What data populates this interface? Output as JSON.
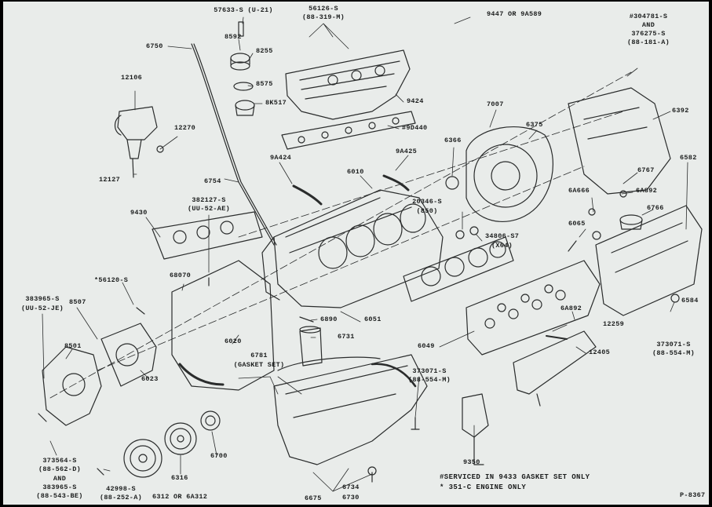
{
  "labels": {
    "l_57633": "57633-S (U-21)",
    "l_56126": "56126-S",
    "l_56126b": "(88-319-M)",
    "l_9447": "9447 OR 9A589",
    "l_304781": "#304781-S",
    "l_and1": "AND",
    "l_376275": "376275-S",
    "l_88181": "(88-181-A)",
    "l_6750": "6750",
    "l_8592": "8592",
    "l_8255": "8255",
    "l_8575": "8575",
    "l_8k517": "8K517",
    "l_12106": "12106",
    "l_12270": "12270",
    "l_12127": "12127",
    "l_9424": "9424",
    "l_9d440": "#9D440",
    "l_7007": "7007",
    "l_6375": "6375",
    "l_6392": "6392",
    "l_6366": "6366",
    "l_9a425": "9A425",
    "l_9a424": "9A424",
    "l_6010": "6010",
    "l_6754": "6754",
    "l_382127": "382127-S",
    "l_uu52": "(UU-52-AE)",
    "l_9430": "9430",
    "l_20346": "20346-S",
    "l_850": "(850)",
    "l_34806": "34806-S7",
    "l_x64": "(X64)",
    "l_6767": "6767",
    "l_6a892a": "6A892",
    "l_6a666": "6A666",
    "l_6766": "6766",
    "l_6582": "6582",
    "l_6065": "6065",
    "l_56120": "*56120-S",
    "l_68070": "68070",
    "l_383965": "383965-S",
    "l_uu52je": "(UU-52-JE)",
    "l_8507": "8507",
    "l_8501": "8501",
    "l_6890": "6890",
    "l_6051": "6051",
    "l_6049": "6049",
    "l_6a892b": "6A892",
    "l_12259": "12259",
    "l_12405": "12405",
    "l_6584": "6584",
    "l_373071a": "373071-S",
    "l_88554a": "(88-554-M)",
    "l_6020": "6020",
    "l_6731": "6731",
    "l_6781": "6781",
    "l_gasket": "(GASKET SET)",
    "l_6023": "6023",
    "l_373071b": "373071-S",
    "l_88554b": "(88-554-M)",
    "l_373564": "373564-S",
    "l_88562": "(88-562-D)",
    "l_and2": "AND",
    "l_383965b": "383965-S",
    "l_88543": "(88-543-BE)",
    "l_6700": "6700",
    "l_6316": "6316",
    "l_42998": "42998-S",
    "l_88252": "(88-252-A)",
    "l_6312": "6312 OR 6A312",
    "l_9350": "9350",
    "l_6675": "6675",
    "l_6734": "6734",
    "l_6730": "6730",
    "l_p8367": "P-8367"
  },
  "notes": {
    "note1": "#SERVICED IN 9433 GASKET SET ONLY",
    "note2": "* 351-C ENGINE ONLY"
  },
  "colors": {
    "background": "#e9ecea",
    "ink": "#1b1d1d",
    "frame": "#000000"
  }
}
